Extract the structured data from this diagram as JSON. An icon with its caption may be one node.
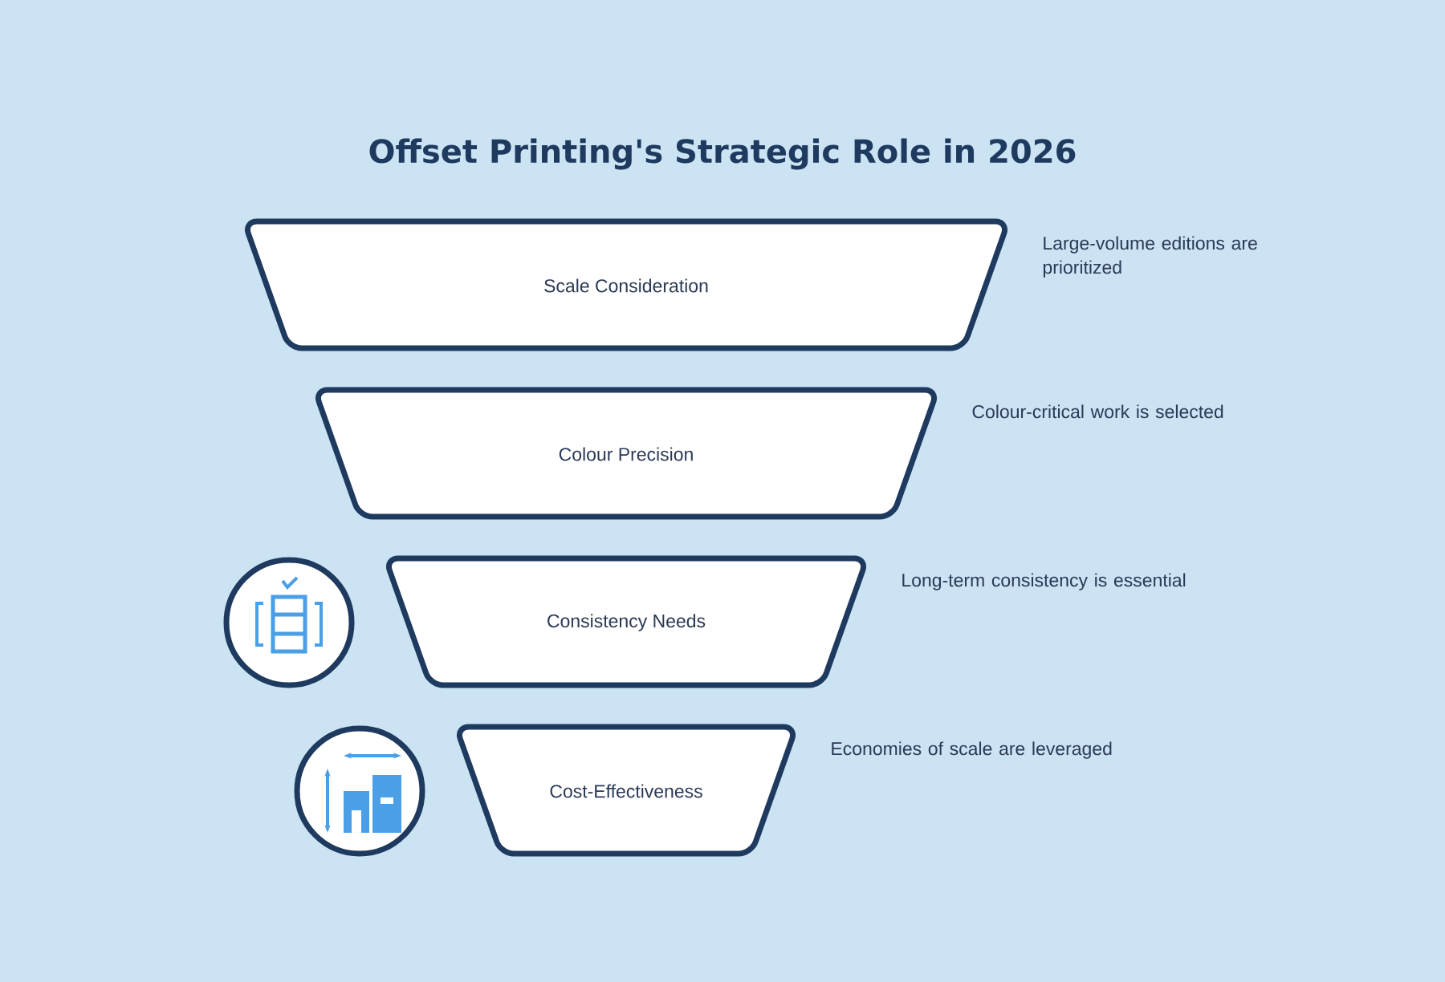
{
  "diagram": {
    "title": "Offset Printing's Strategic Role in 2026",
    "nodes": [
      {
        "text": [
          "Scale Consideration"
        ],
        "beside": [
          "Large-volume editions are prioritized"
        ]
      },
      {
        "text": [
          "Colour Precision"
        ],
        "beside": [
          "Colour-critical work is selected"
        ]
      },
      {
        "text": [
          "Consistency Needs"
        ],
        "beside": [
          "Long-term consistency is essential"
        ]
      },
      {
        "text": [
          "Cost-Effectiveness"
        ],
        "beside": [
          "Economies of scale are leveraged"
        ]
      }
    ]
  }
}
